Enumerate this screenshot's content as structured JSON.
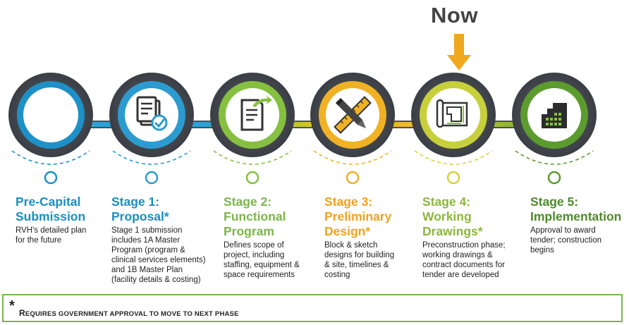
{
  "now_label": "Now",
  "stages": [
    {
      "id": "pre",
      "title_lines": [
        "Pre-Capital",
        "Submission"
      ],
      "desc_lines": [
        "RVH's detailed plan",
        "for the future"
      ],
      "color": "#1a8fbf",
      "icon": "blank-circle-icon"
    },
    {
      "id": "s1",
      "title_lines": [
        "Stage 1:",
        "Proposal*"
      ],
      "desc_lines": [
        "Stage 1 submission",
        "includes  1A Master",
        "Program (program &",
        "clinical services elements)",
        "and 1B Master Plan",
        "(facility details & costing)"
      ],
      "color": "#1a8fbf",
      "icon": "checklist-document-icon"
    },
    {
      "id": "s2",
      "title_lines": [
        "Stage 2:",
        "Functional",
        "Program"
      ],
      "desc_lines": [
        "Defines scope of",
        "project, including",
        "staffing, equipment &",
        "space requirements"
      ],
      "color": "#7ab648",
      "icon": "document-share-icon"
    },
    {
      "id": "s3",
      "title_lines": [
        "Stage 3:",
        "Preliminary",
        "Design*"
      ],
      "desc_lines": [
        "Block & sketch",
        "designs for building",
        "& site, timelines &",
        "costing"
      ],
      "color": "#f0a21f",
      "icon": "pencil-ruler-icon"
    },
    {
      "id": "s4",
      "title_lines": [
        "Stage 4:",
        "Working",
        "Drawings*"
      ],
      "desc_lines": [
        "Preconstruction phase;",
        "working drawings &",
        "contract documents for",
        "tender are developed"
      ],
      "color": "#8db63c",
      "icon": "blueprint-icon"
    },
    {
      "id": "s5",
      "title_lines": [
        "Stage 5:",
        "Implementation"
      ],
      "desc_lines": [
        "Approval to award",
        "tender; construction",
        "begins"
      ],
      "color": "#4f8a2b",
      "icon": "building-blocks-icon"
    }
  ],
  "footnote": {
    "star": "*",
    "text_first": "R",
    "text_rest": "EQUIRES GOVERNMENT APPROVAL  TO MOVE TO NEXT PHASE"
  }
}
